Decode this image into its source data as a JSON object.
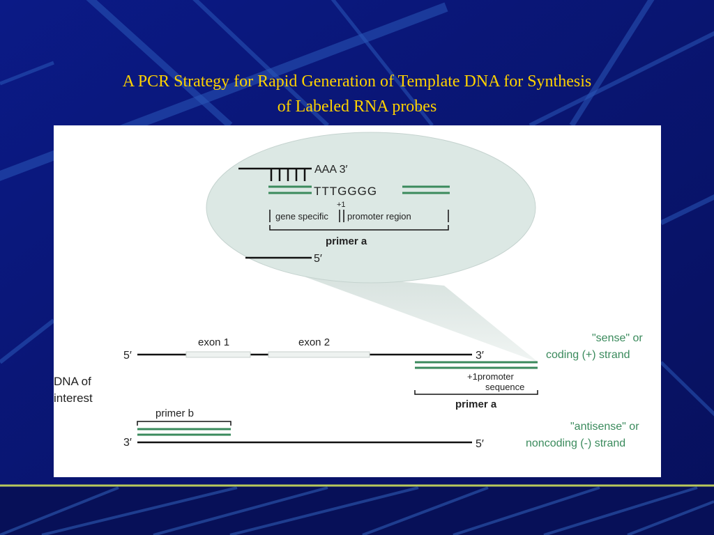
{
  "slide": {
    "title_line1": "A PCR Strategy for Rapid Generation of Template DNA for Synthesis",
    "title_line2": "of Labeled RNA probes"
  },
  "colors": {
    "background": "#0a1470",
    "title": "#ffd200",
    "strand_green": "#3a8a5c",
    "label_green": "#3a8a5c",
    "magnifier_fill": "#dce8e4"
  },
  "diagram": {
    "zoom": {
      "aaa_3prime": "AAA 3′",
      "tttgggg": "TTTGGGG",
      "plus_one": "+1",
      "gene_specific": "gene specific",
      "promoter_region": "promoter region",
      "primer_a": "primer a",
      "five_prime": "5′"
    },
    "sense_strand": {
      "five_prime": "5′",
      "three_prime": "3′",
      "exon1": "exon 1",
      "exon2": "exon 2",
      "label_line1": "\"sense\" or",
      "label_line2": "coding (+) strand"
    },
    "promoter": {
      "line1": "+1promoter",
      "line2": "sequence",
      "primer_a": "primer a"
    },
    "dna_of_interest_line1": "DNA of",
    "dna_of_interest_line2": "interest",
    "antisense_strand": {
      "primer_b": "primer b",
      "three_prime": "3′",
      "five_prime": "5′",
      "label_line1": "\"antisense\" or",
      "label_line2": "noncoding (-) strand"
    }
  }
}
